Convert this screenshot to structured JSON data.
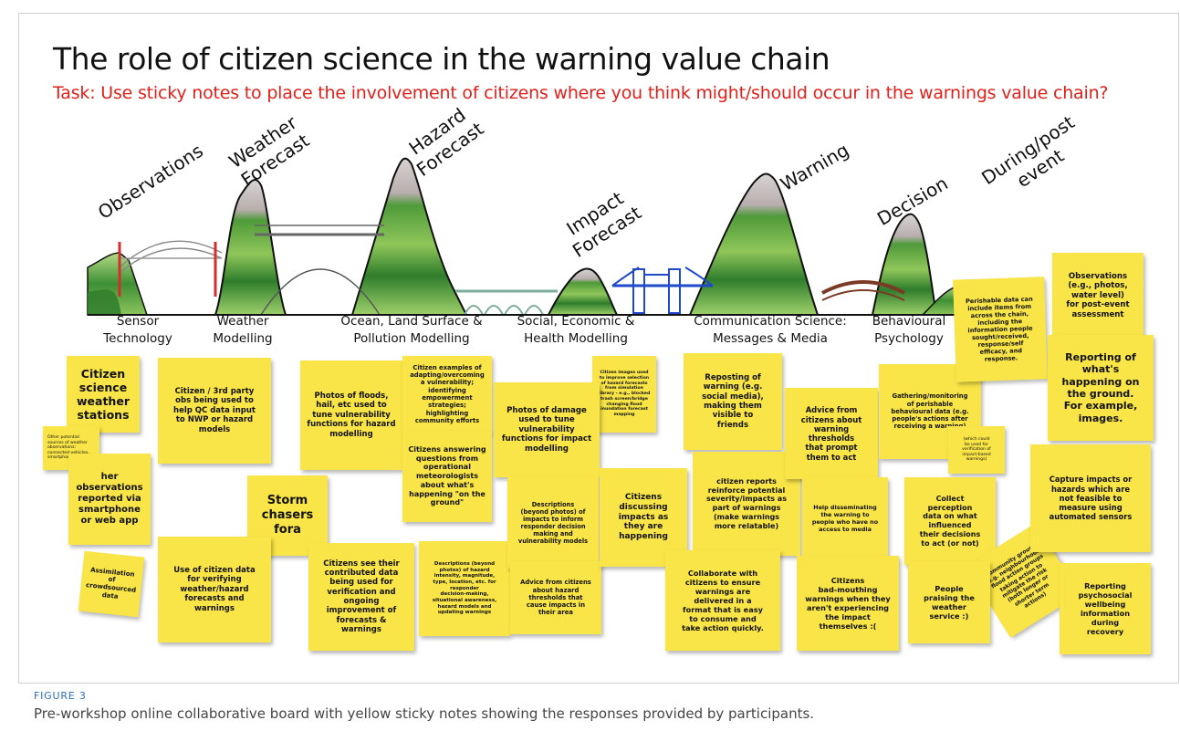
{
  "board": {
    "title": "The role of citizen science in the warning value chain",
    "task": "Task: Use sticky notes to place the involvement of citizens where you think might/should occur in the warnings value chain?",
    "stages": [
      "Observations",
      "Weather\nForecast",
      "Hazard\nForecast",
      "Impact\nForecast",
      "Warning",
      "Decision",
      "During/post\nevent"
    ],
    "disciplines": [
      "Sensor\nTechnology",
      "Weather\nModelling",
      "Ocean, Land Surface &\nPollution Modelling",
      "Social, Economic &\nHealth Modelling",
      "Communication Science:\nMessages & Media",
      "Behavioural\nPsychology"
    ],
    "notes": [
      "Citizen\nscience\nweather\nstations",
      "Other potential\nsources of weather\nobservations:\nconnected vehicles,\nsmartphone sensors",
      "her\nobservations\nreported via\nsmartphone\nor web app",
      "Assimilation\nof\ncrowdsourced\ndata",
      "Citizen / 3rd party\nobs being used to\nhelp QC data input\nto NWP or hazard\nmodels",
      "Storm\nchasers\nfora",
      "Use of citizen data\nfor verifying\nweather/hazard\nforecasts and\nwarnings",
      "Photos of floods,\nhail, etc used to\ntune vulnerability\nfunctions for hazard\nmodelling",
      "Citizens see their\ncontributed data\nbeing used for\nverification and\nongoing\nimprovement of\nforecasts &\nwarnings",
      "Citizen examples of\nadapting/overcoming\na vulnerability;\nidentifying\nempowerment\nstrategies;\nhighlighting\ncommunity efforts",
      "Citizens answering\nquestions from\noperational\nmeteorologists\nabout what's\nhappening \"on the\nground\"",
      "Descriptions (beyond\nphotos) of hazard\nintensity, magnitude,\ntype, location, etc. for\nresponder\ndecision-making,\nsituational awareness,\nhazard models and\nupdating warnings",
      "Citizen images used\nto improve selection\nof hazard forecasts\nfrom simulation\nlibrary - e.g., blocked\ntrash screen/bridge\nchanging flood\ninundation forecast\nmapping",
      "Photos of damage\nused to tune\nvulnerability\nfunctions for impact\nmodelling",
      "Descriptions\n(beyond photos) of\nimpacts to inform\nresponder decision\nmaking and\nvulnerability models",
      "Advice from citizens\nabout hazard\nthresholds that\ncause impacts in\ntheir area",
      "Citizens\ndiscussing\nimpacts as\nthey are\nhappening",
      "Reposting of\nwarning (e.g.\nsocial media),\nmaking them\nvisible to\nfriends",
      "citizen reports\nreinforce potential\nseverity/impacts as\npart of warnings\n(make warnings\nmore relatable)",
      "Collaborate with\ncitizens to ensure\nwarnings are\ndelivered in a\nformat that is easy\nto consume and\ntake action quickly.",
      "Advice from\ncitizens about\nwarning\nthresholds\nthat prompt\nthem to act",
      "Help disseminating\nthe warning to\npeople who have no\naccess to media",
      "Citizens\nbad-mouthing\nwarnings when they\naren't experiencing\nthe impact\nthemselves :(",
      "Gathering/monitoring\nof perishable\nbehavioural data (e.g.\npeople's actions after\nreceiving a warning)",
      "(which could\nbe used for\nverification of\nimpact-based\nwarnings)",
      "Perishable data can\ninclude items from\nacross the chain,\nincluding the\ninformation people\nsought/received,\nresponse/self\nefficacy, and\nresponse.",
      "Collect\nperception\ndata on what\ninfluenced\ntheir decisions\nto act (or not)",
      "Community groups\ne.g. neighbourhood\nflood action groups\ntaking action to\nmitigate the risk\n(both longer or\nshorter term\nactions)",
      "People\npraising the\nweather\nservice :)",
      "Observations\n(e.g., photos,\nwater level)\nfor post-event\nassessment",
      "Reporting of\nwhat's\nhappening on\nthe ground.\nFor example,\nimages.",
      "Capture impacts or\nhazards which are\nnot feasible to\nmeasure using\nautomated sensors",
      "Reporting\npsychosocial\nwellbeing\ninformation\nduring\nrecovery"
    ]
  },
  "figure_label": "FIGURE 3",
  "caption": "Pre-workshop online collaborative board with yellow sticky notes showing the responses provided by participants.",
  "colors": {
    "sticky": "#f9e547",
    "task_text": "#e0201b",
    "figure_label": "#2a6ebb",
    "grass_dark": "#2e7d32",
    "grass_light": "#8bc34a",
    "snow": "#cfc8c8"
  }
}
